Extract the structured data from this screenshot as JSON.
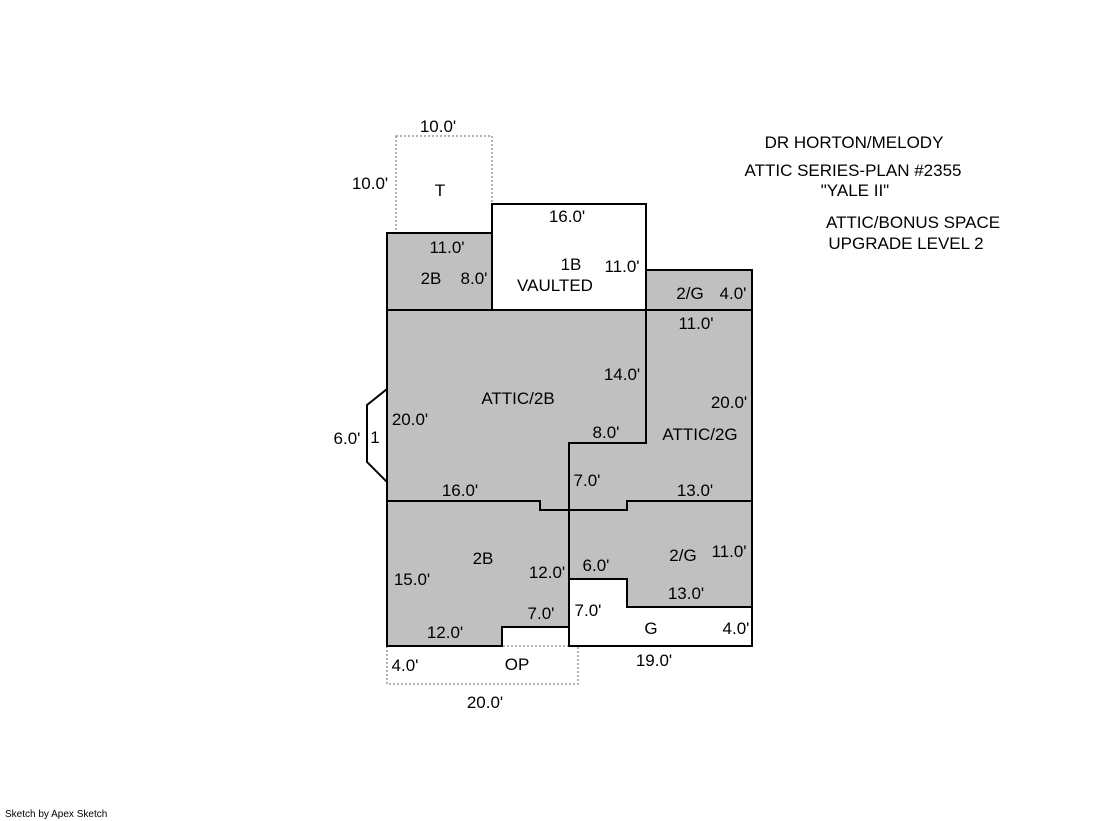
{
  "header": {
    "line1": "DR HORTON/MELODY",
    "line2": "ATTIC SERIES-PLAN #2355",
    "line3": "\"YALE II\"",
    "line4": "ATTIC/BONUS SPACE",
    "line5": "UPGRADE LEVEL 2"
  },
  "footer": "Sketch by Apex Sketch",
  "colors": {
    "room_fill": "#c0c0c0",
    "line": "#000000"
  },
  "labels": {
    "t_width": "10.0'",
    "t_depth": "10.0'",
    "t_name": "T",
    "v_width": "16.0'",
    "v_name1": "1B",
    "v_name2": "VAULTED",
    "v_depth": "11.0'",
    "b2top_width": "11.0'",
    "b2top_name": "2B",
    "b2top_depth": "8.0'",
    "g2top_name": "2/G",
    "g2top_depth": "4.0'",
    "ag_width": "11.0'",
    "ab_notch_depth": "14.0'",
    "ab_name": "ATTIC/2B",
    "ab_depth": "20.0'",
    "ag_depth": "20.0'",
    "ab_notch_width": "8.0'",
    "ag_name": "ATTIC/2G",
    "bay_width": "6.0'",
    "bay_name": "1",
    "ab_bottom": "16.0'",
    "ag_step": "7.0'",
    "ag_bottom": "13.0'",
    "b2_name": "2B",
    "b2_depth": "15.0'",
    "b2_right": "12.0'",
    "g2_step_w": "6.0'",
    "g2_name": "2/G",
    "g2_depth": "11.0'",
    "g2_bottom": "13.0'",
    "g_step": "7.0'",
    "b2_notch": "7.0'",
    "g_name": "G",
    "g_depth": "4.0'",
    "b2_bottom": "12.0'",
    "op_depth": "4.0'",
    "op_name": "OP",
    "g_width": "19.0'",
    "op_width": "20.0'"
  }
}
